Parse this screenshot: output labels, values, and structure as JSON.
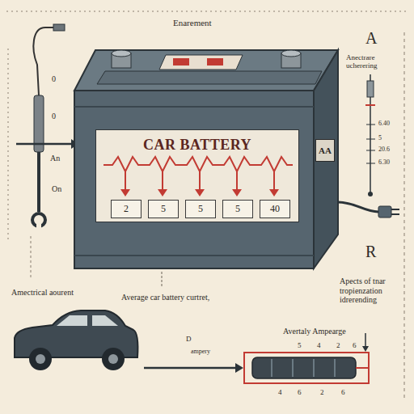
{
  "diagram": {
    "title": "Enarement",
    "nodes": [
      {
        "text": [
          "CAR BATTERY"
        ]
      },
      {
        "text": [
          "2"
        ],
        "in": 0
      },
      {
        "text": [
          "5"
        ],
        "in": 0
      },
      {
        "text": [
          "5"
        ],
        "in": 0
      },
      {
        "text": [
          "5"
        ],
        "in": 0
      },
      {
        "text": [
          "40"
        ],
        "in": 0
      },
      {
        "text": [
          "AA"
        ]
      }
    ],
    "labels": [
      "A",
      "Anectrare ucherering",
      "0",
      "0",
      "An",
      "On",
      "6.40",
      "5",
      "20.6",
      "6.30",
      "R",
      "Apects of tnar tropienzation idrerending",
      "Amectrical aourent",
      "Average car battery curtret,",
      "D",
      "ampery",
      "Avertaly Ampearge",
      "5",
      "4",
      "2",
      "6",
      "4",
      "6",
      "2",
      "6"
    ]
  }
}
